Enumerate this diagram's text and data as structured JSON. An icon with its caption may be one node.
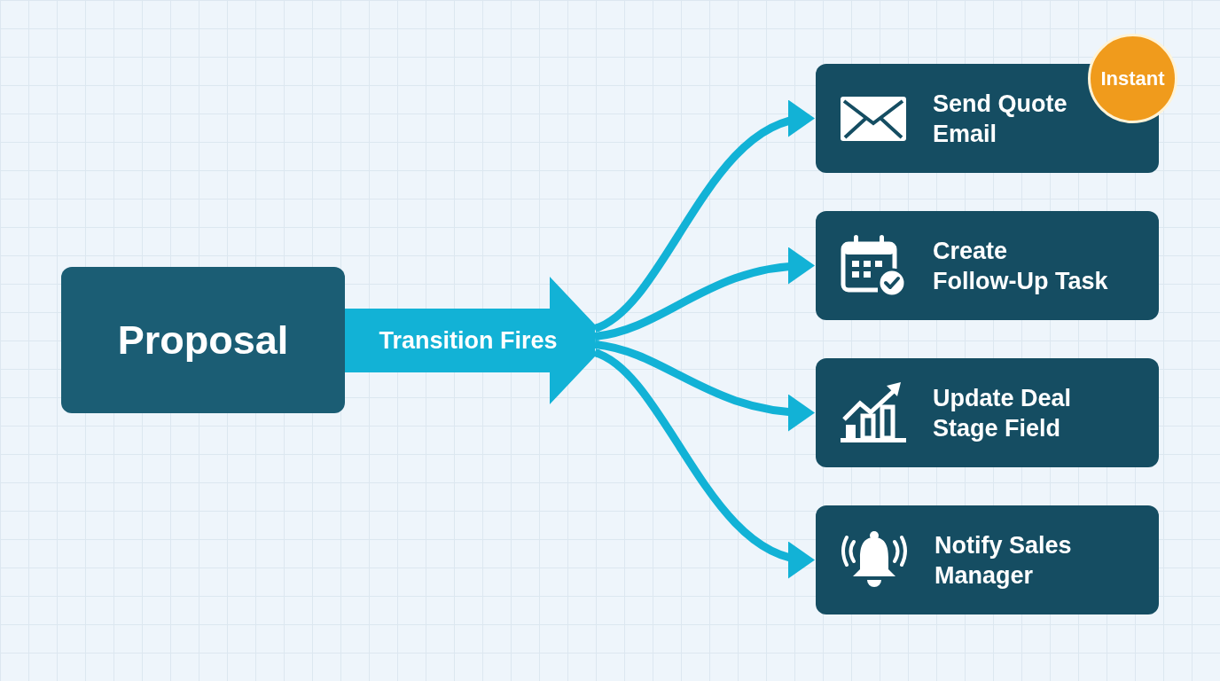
{
  "diagram": {
    "nodes": [
      {
        "text": [
          "Proposal"
        ]
      },
      {
        "text": [
          "Transition Fires"
        ]
      },
      {
        "text": [
          "Send Quote Email"
        ]
      },
      {
        "text": [
          "Instant"
        ]
      },
      {
        "text": [
          "Create Follow-Up Task"
        ]
      },
      {
        "text": [
          "Update Deal Stage Field"
        ]
      },
      {
        "text": [
          "Notify Sales Manager"
        ]
      }
    ],
    "edges": [
      {
        "from": 1,
        "to": 2,
        "arrow": "to"
      },
      {
        "from": 1,
        "to": 4,
        "arrow": "to"
      },
      {
        "from": 1,
        "to": 5,
        "arrow": "to"
      },
      {
        "from": 1,
        "to": 6,
        "arrow": "to"
      }
    ]
  }
}
